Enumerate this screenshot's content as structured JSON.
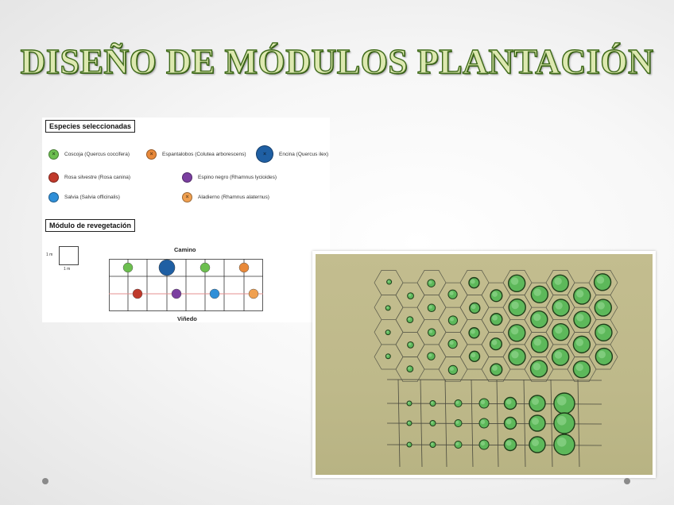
{
  "slide": {
    "title": "DISEÑO DE MÓDULOS PLANTACIÓN"
  },
  "legend": {
    "title": "Especies seleccionadas",
    "items": [
      {
        "label": "Coscoja (Quercus coccifera)",
        "color": "#6cbf4f",
        "mark": "x"
      },
      {
        "label": "Espantalobos (Colutea arborescens)",
        "color": "#e8893a",
        "mark": "x"
      },
      {
        "label": "Encina (Quercus ilex)",
        "color": "#1f5fa3",
        "mark": "x"
      },
      {
        "label": "Rosa silvestre (Rosa canina)",
        "color": "#c0392b",
        "mark": ""
      },
      {
        "label": "Espino negro (Rhamnus lycioides)",
        "color": "#7b3fa0",
        "mark": ""
      },
      {
        "label": "Salvia (Salvia officinalis)",
        "color": "#2f8fd8",
        "mark": ""
      },
      {
        "label": "Aladierno (Rhamnus alaternus)",
        "color": "#f0a050",
        "mark": "x"
      }
    ]
  },
  "module": {
    "title": "Módulo de revegetación",
    "scale_v": "1 m",
    "scale_h": "1 m",
    "top_label": "Camino",
    "bottom_label": "Viñedo",
    "top_row": [
      "Coscoja",
      "Encina",
      "Coscoja",
      "Espantalobos"
    ],
    "bottom_row": [
      "Rosa silvestre",
      "Espino negro",
      "Salvia",
      "Aladierno"
    ]
  },
  "sketch": {
    "description_icon": "hand-drawn-plantation-sketch"
  }
}
